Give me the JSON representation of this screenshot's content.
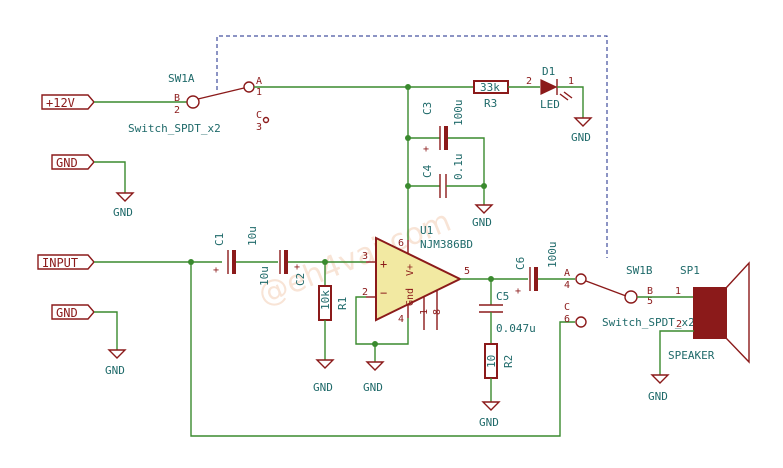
{
  "ports": {
    "plus12v": "+12V",
    "gnd1": "GND",
    "input": "INPUT",
    "gnd2": "GND"
  },
  "switch_a": {
    "ref": "SW1A",
    "value": "Switch_SPDT_x2",
    "pin_a_letter": "A",
    "pin_a_num": "1",
    "pin_b_letter": "B",
    "pin_b_num": "2",
    "pin_c_letter": "C",
    "pin_c_num": "3"
  },
  "switch_b": {
    "ref": "SW1B",
    "value": "Switch_SPDT_x2",
    "pin_a_letter": "A",
    "pin_a_num": "4",
    "pin_b_letter": "B",
    "pin_b_num": "5",
    "pin_c_letter": "C",
    "pin_c_num": "6"
  },
  "r3": {
    "ref": "R3",
    "value": "33k"
  },
  "d1": {
    "ref": "D1",
    "value": "LED",
    "pin_anode": "2",
    "pin_cathode": "1"
  },
  "c3": {
    "ref": "C3",
    "value": "100u"
  },
  "c4": {
    "ref": "C4",
    "value": "0.1u"
  },
  "c1": {
    "ref": "C1",
    "value": "10u"
  },
  "c2": {
    "ref": "C2",
    "value": "10u"
  },
  "r1": {
    "ref": "R1",
    "value": "10k"
  },
  "u1": {
    "ref": "U1",
    "value": "NJM386BD",
    "pin3": "3",
    "pin2": "2",
    "pin6": "6",
    "pin5": "5",
    "pin4": "4",
    "pin1": "1",
    "pin8": "8",
    "plus_sign": "+",
    "minus_sign": "−",
    "vplus": "V+",
    "gnd_text": "Gnd"
  },
  "c5": {
    "ref": "C5",
    "value": "0.047u"
  },
  "r2": {
    "ref": "R2",
    "value": "10"
  },
  "c6": {
    "ref": "C6",
    "value": "100u"
  },
  "sp1": {
    "ref": "SP1",
    "value": "SPEAKER",
    "pin1": "1",
    "pin2": "2"
  },
  "gnd_symbols": {
    "label": "GND"
  },
  "polarity": "+",
  "watermark": "@eh4vaj.com",
  "colors": {
    "wire": "#3a8a2e",
    "component": "#8b1a1a",
    "component_fill": "#f2e9a2",
    "text": "#1f6a6a",
    "dashed_link": "#1a2a8a"
  }
}
